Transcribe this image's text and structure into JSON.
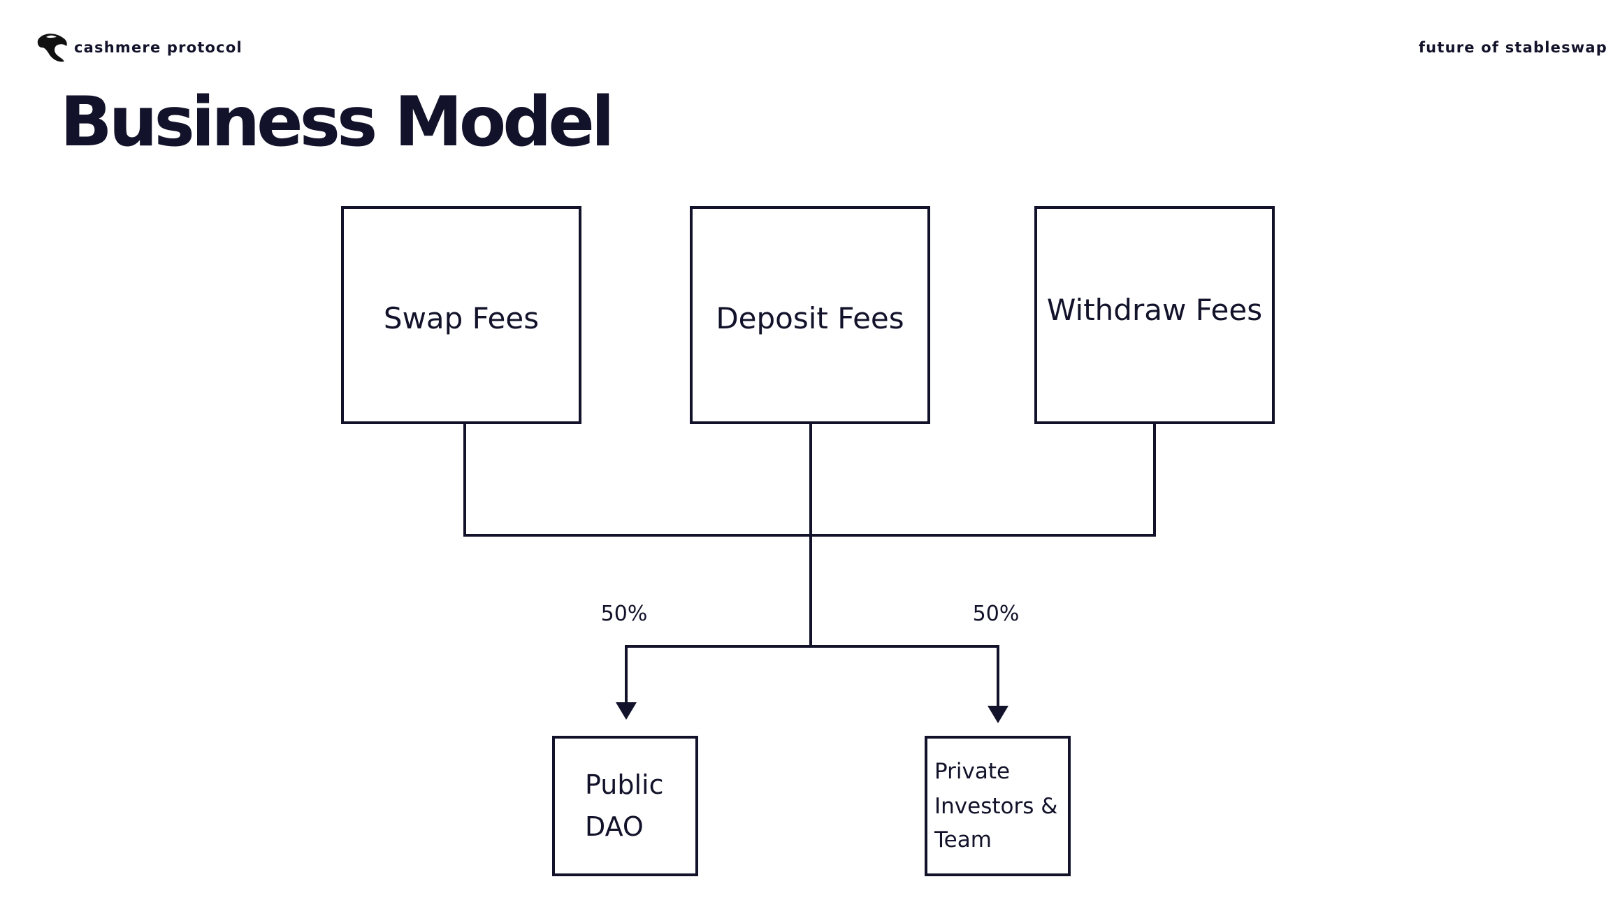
{
  "header": {
    "brand_name": "cashmere protocol",
    "tagline": "future of stableswap",
    "logo_icon": "cashmere-goat-logo-icon"
  },
  "title": "Business Model",
  "colors": {
    "ink": "#12122a",
    "background": "#ffffff"
  },
  "diagram": {
    "sources": [
      {
        "label": "Swap Fees"
      },
      {
        "label": "Deposit Fees"
      },
      {
        "label": "Withdraw Fees"
      }
    ],
    "split": [
      {
        "percent": "50%"
      },
      {
        "percent": "50%"
      }
    ],
    "destinations": [
      {
        "lines": [
          "Public",
          "DAO"
        ]
      },
      {
        "lines": [
          "Private",
          "Investors &",
          "Team"
        ]
      }
    ]
  }
}
